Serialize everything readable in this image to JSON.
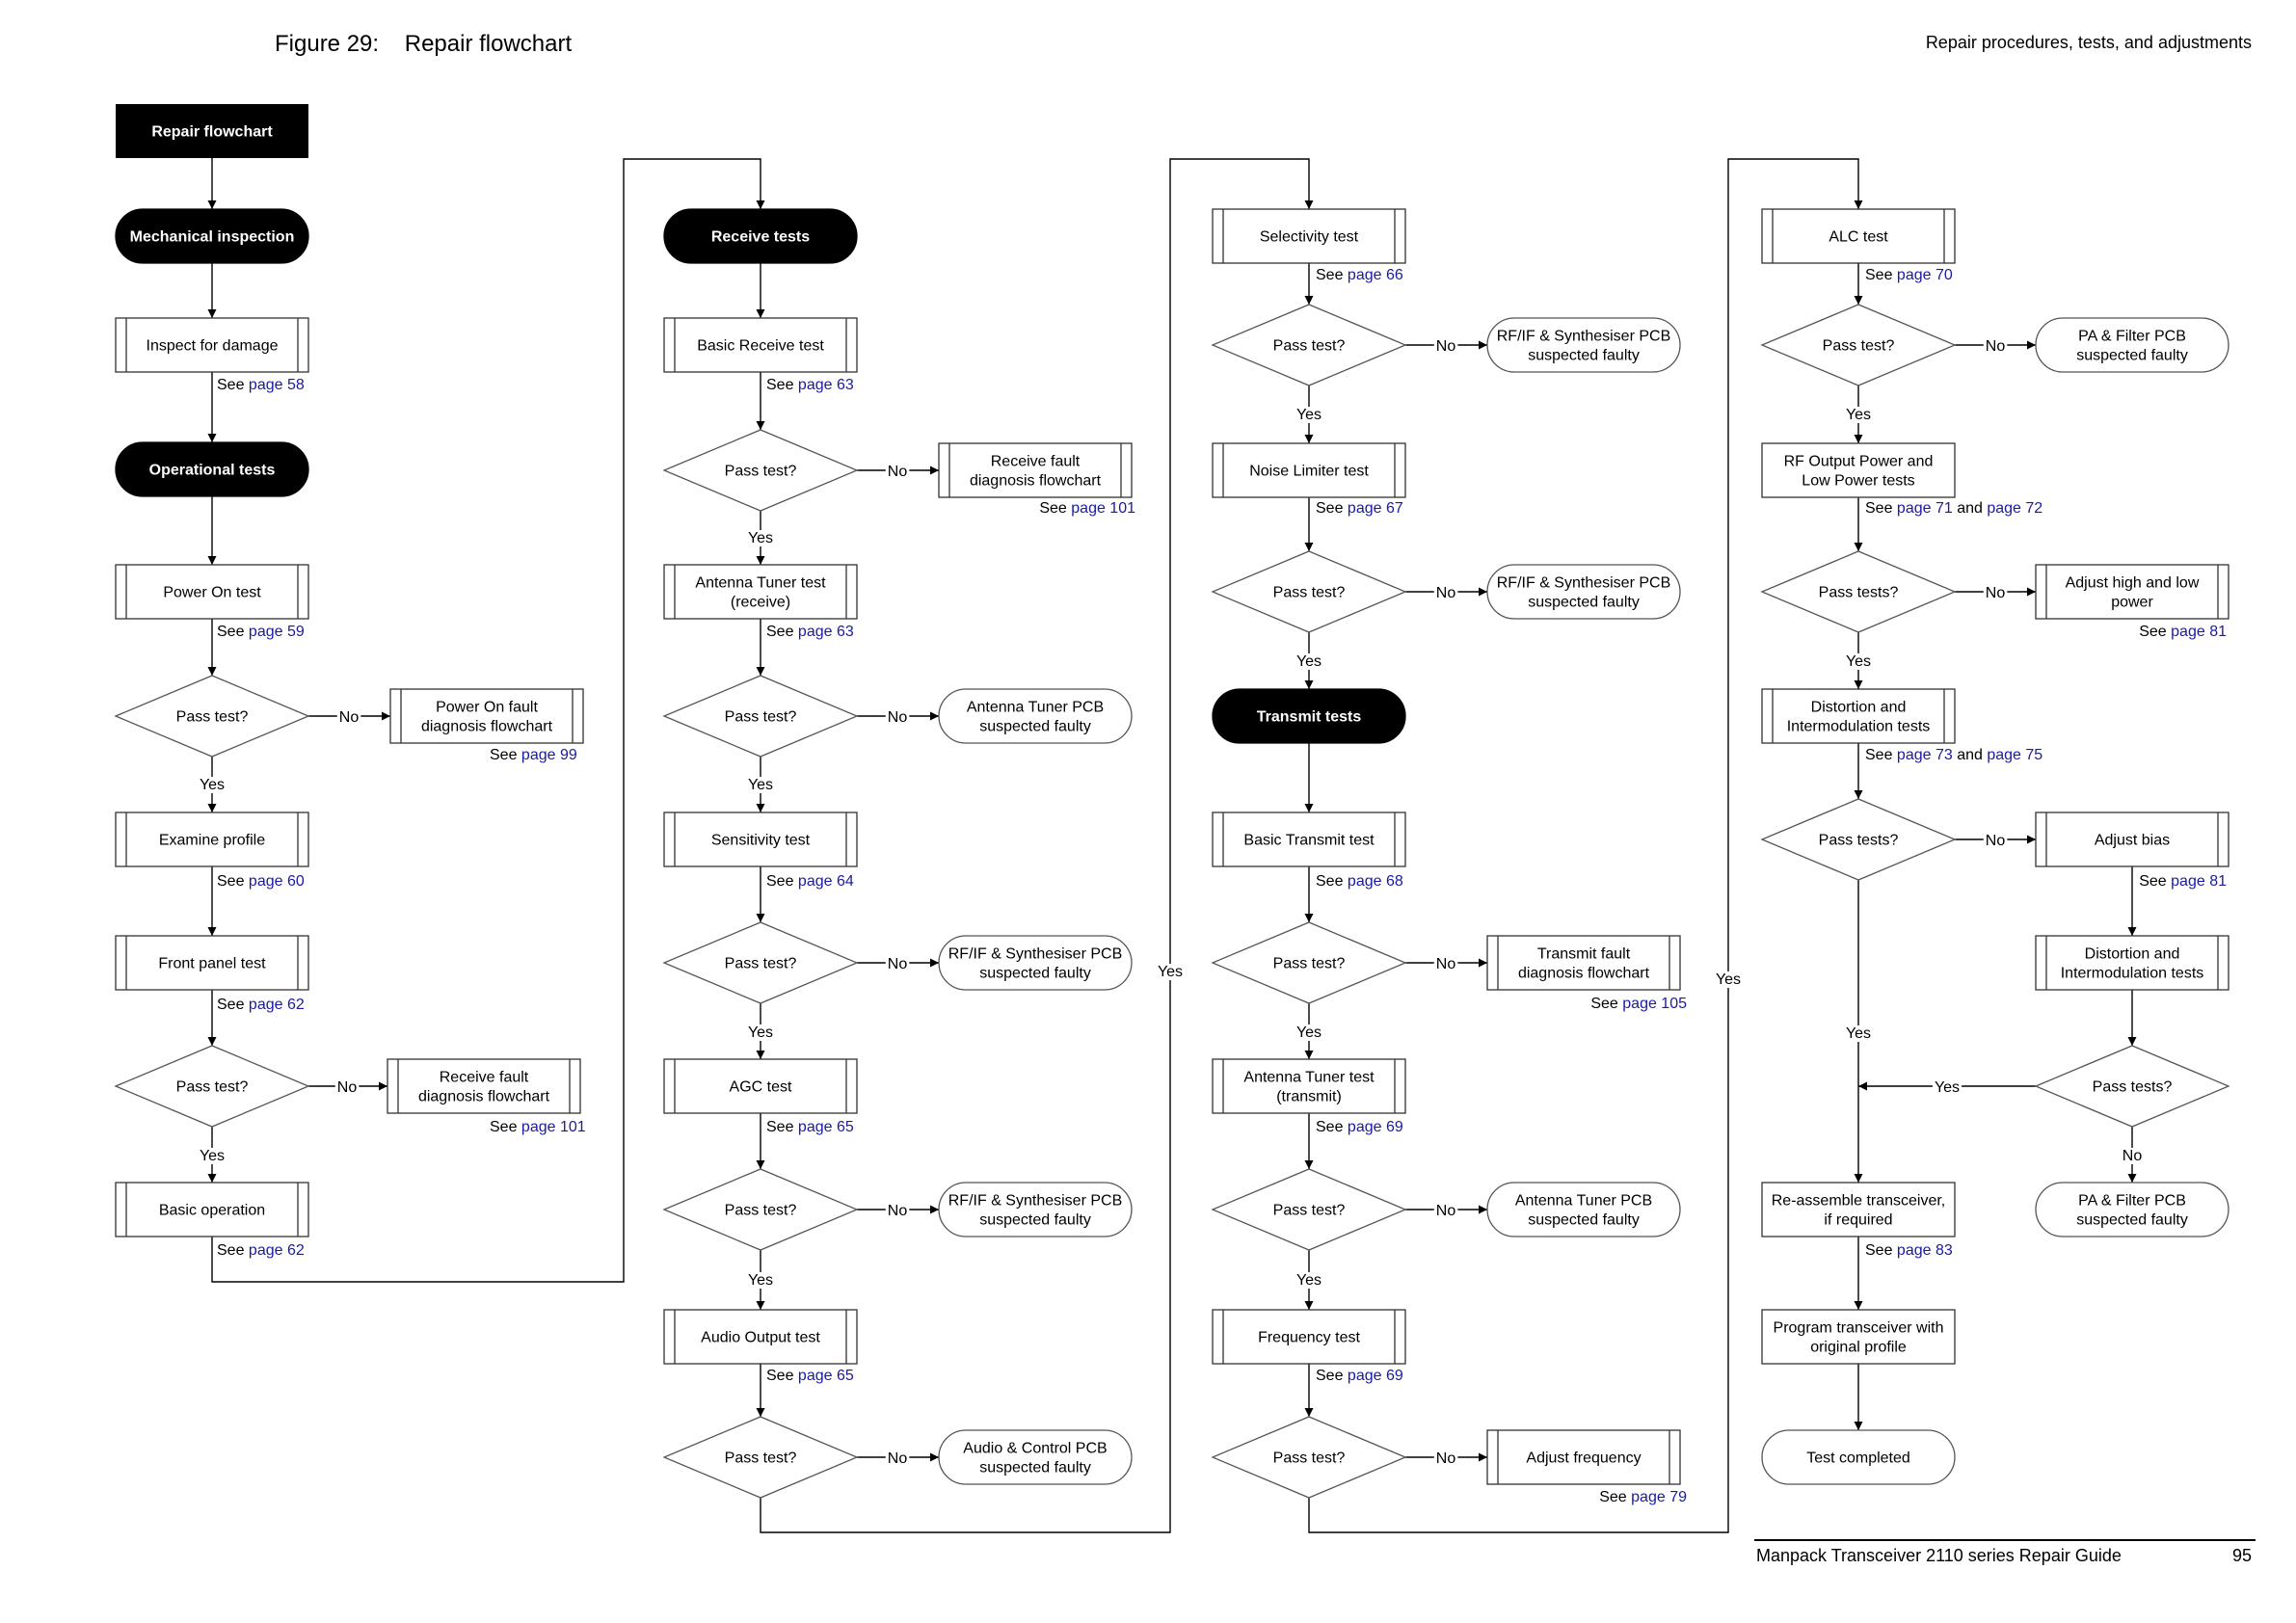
{
  "header": {
    "figure_label": "Figure 29:",
    "figure_title": "Repair flowchart",
    "section": "Repair procedures, tests, and adjustments"
  },
  "footer": {
    "guide": "Manpack Transceiver 2110 series Repair Guide",
    "page_number": "95"
  },
  "colors": {
    "link": "#1a1aa6",
    "line": "#000000",
    "terminal_fill": "#000000"
  },
  "labels": {
    "no": "No",
    "yes": "Yes",
    "see": "See",
    "and": "and"
  },
  "nodes": {
    "start": "Repair flowchart",
    "mech": "Mechanical inspection",
    "inspect": "Inspect for damage",
    "oper": "Operational tests",
    "poweron": "Power On test",
    "d_pass1": "Pass test?",
    "pofault": [
      "Power On fault",
      "diagnosis flowchart"
    ],
    "examine": "Examine profile",
    "front": "Front panel test",
    "d_pass2": "Pass test?",
    "rxfault1": [
      "Receive fault",
      "diagnosis flowchart"
    ],
    "basicop": "Basic operation",
    "rxtests": "Receive tests",
    "basicrx": "Basic Receive test",
    "d_pass3": "Pass test?",
    "rxfault2": [
      "Receive fault",
      "diagnosis flowchart"
    ],
    "anttunrx": [
      "Antenna Tuner test",
      "(receive)"
    ],
    "d_pass4": "Pass test?",
    "antpcb1": [
      "Antenna Tuner PCB",
      "suspected faulty"
    ],
    "sens": "Sensitivity test",
    "d_pass5": "Pass test?",
    "rfif1": [
      "RF/IF & Synthesiser PCB",
      "suspected faulty"
    ],
    "agc": "AGC test",
    "d_pass6": "Pass test?",
    "rfif2": [
      "RF/IF & Synthesiser PCB",
      "suspected faulty"
    ],
    "audio": "Audio Output test",
    "d_pass7": "Pass test?",
    "audpcb": [
      "Audio & Control PCB",
      "suspected faulty"
    ],
    "selec": "Selectivity test",
    "d_pass8": "Pass test?",
    "rfif3": [
      "RF/IF & Synthesiser PCB",
      "suspected faulty"
    ],
    "noise": "Noise Limiter test",
    "d_pass9": "Pass test?",
    "rfif4": [
      "RF/IF & Synthesiser PCB",
      "suspected faulty"
    ],
    "txtests": "Transmit tests",
    "basictx": "Basic Transmit test",
    "d_pass10": "Pass test?",
    "txfault": [
      "Transmit fault",
      "diagnosis flowchart"
    ],
    "anttuntx": [
      "Antenna Tuner test",
      "(transmit)"
    ],
    "d_pass11": "Pass test?",
    "antpcb2": [
      "Antenna Tuner PCB",
      "suspected faulty"
    ],
    "freq": "Frequency test",
    "d_pass12": "Pass test?",
    "adjfreq": "Adjust frequency",
    "alc": "ALC test",
    "d_pass13": "Pass test?",
    "pafilt1": [
      "PA & Filter PCB",
      "suspected faulty"
    ],
    "rfout": [
      "RF Output Power and",
      "Low Power tests"
    ],
    "d_pass14": "Pass tests?",
    "adjhl": [
      "Adjust high and low",
      "power"
    ],
    "dist1": [
      "Distortion and",
      "Intermodulation tests"
    ],
    "d_pass15": "Pass tests?",
    "adjbias": "Adjust bias",
    "dist2": [
      "Distortion and",
      "Intermodulation tests"
    ],
    "d_pass16": "Pass tests?",
    "pafilt2": [
      "PA & Filter PCB",
      "suspected faulty"
    ],
    "reasm": [
      "Re-assemble transceiver,",
      "if required"
    ],
    "program": [
      "Program transceiver with",
      "original profile"
    ],
    "done": "Test completed"
  },
  "refs": {
    "inspect": [
      "page 58"
    ],
    "poweron": [
      "page 59"
    ],
    "pofault": [
      "page 99"
    ],
    "examine": [
      "page 60"
    ],
    "front": [
      "page 62"
    ],
    "rxfault1": [
      "page 101"
    ],
    "basicop": [
      "page 62"
    ],
    "basicrx": [
      "page 63"
    ],
    "rxfault2": [
      "page 101"
    ],
    "anttunrx": [
      "page 63"
    ],
    "sens": [
      "page 64"
    ],
    "agc": [
      "page 65"
    ],
    "audio": [
      "page 65"
    ],
    "selec": [
      "page 66"
    ],
    "noise": [
      "page 67"
    ],
    "basictx": [
      "page 68"
    ],
    "txfault": [
      "page 105"
    ],
    "anttuntx": [
      "page 69"
    ],
    "freq": [
      "page 69"
    ],
    "adjfreq": [
      "page 79"
    ],
    "alc": [
      "page 70"
    ],
    "rfout": [
      "page 71",
      "page 72"
    ],
    "adjhl": [
      "page 81"
    ],
    "dist1": [
      "page 73",
      "page 75"
    ],
    "adjbias": [
      "page 81"
    ],
    "reasm": [
      "page 83"
    ]
  }
}
